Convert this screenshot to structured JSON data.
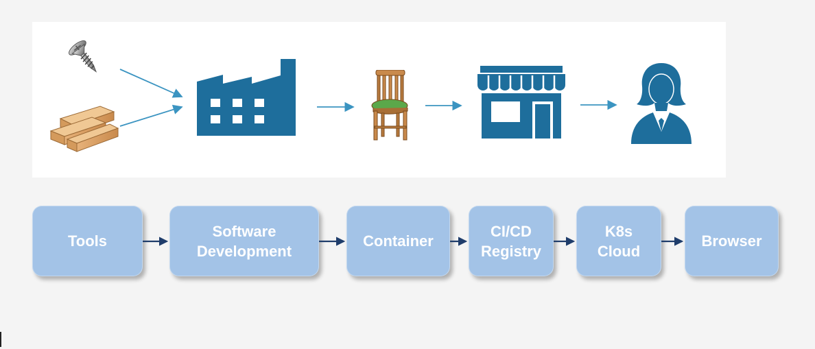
{
  "colors": {
    "icon_blue": "#1e6e9c",
    "arrow_teal": "#3b94c1",
    "box_fill": "#a3c3e7",
    "box_text": "#ffffff",
    "connector": "#1f3d6b"
  },
  "analogy": {
    "items": [
      {
        "icon": "screw-icon"
      },
      {
        "icon": "lumber-icon"
      },
      {
        "icon": "factory-icon"
      },
      {
        "icon": "chair-icon"
      },
      {
        "icon": "store-icon"
      },
      {
        "icon": "customer-icon"
      }
    ]
  },
  "pipeline": {
    "stages": [
      {
        "label": "Tools"
      },
      {
        "label": "Software\nDevelopment"
      },
      {
        "label": "Container"
      },
      {
        "label": "CI/CD\nRegistry"
      },
      {
        "label": "K8s\nCloud"
      },
      {
        "label": "Browser"
      }
    ]
  }
}
